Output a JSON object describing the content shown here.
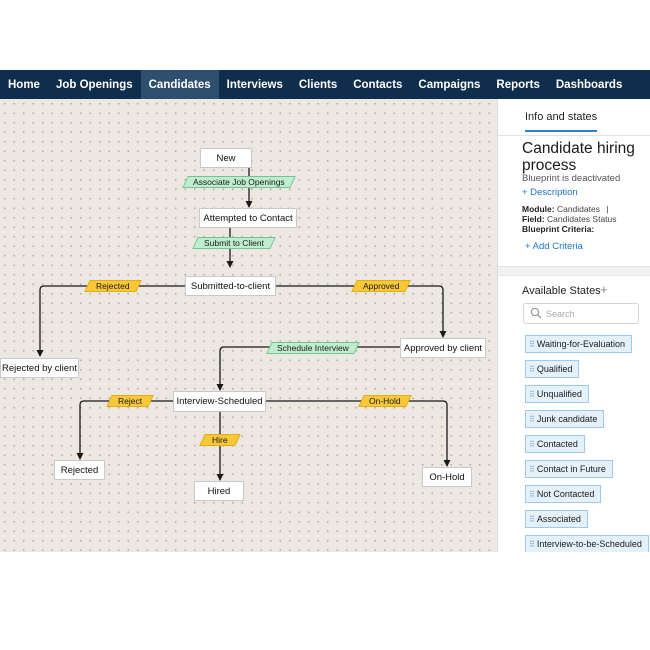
{
  "nav": {
    "items": [
      {
        "label": "Home",
        "active": false
      },
      {
        "label": "Job Openings",
        "active": false
      },
      {
        "label": "Candidates",
        "active": true
      },
      {
        "label": "Interviews",
        "active": false
      },
      {
        "label": "Clients",
        "active": false
      },
      {
        "label": "Contacts",
        "active": false
      },
      {
        "label": "Campaigns",
        "active": false
      },
      {
        "label": "Reports",
        "active": false
      },
      {
        "label": "Dashboards",
        "active": false
      }
    ]
  },
  "canvas": {
    "nodes": {
      "new": "New",
      "attempted": "Attempted to Contact",
      "submitted": "Submitted-to-client",
      "rejected_by_client": "Rejected by client",
      "approved_by_client": "Approved by client",
      "interview_scheduled": "Interview-Scheduled",
      "rejected": "Rejected",
      "hired": "Hired",
      "on_hold": "On-Hold"
    },
    "transitions": {
      "associate": "Associate Job Openings",
      "submit": "Submit to Client",
      "rejected": "Rejected",
      "approved": "Approved",
      "schedule_interview": "Schedule Interview",
      "reject": "Reject",
      "hire": "Hire",
      "on_hold": "On-Hold"
    }
  },
  "panel": {
    "tab": "Info and states",
    "title": "Candidate hiring process",
    "status": "Blueprint is deactivated",
    "description_link": "+ Description",
    "module_label": "Module:",
    "module_value": "Candidates",
    "module_sep": "|",
    "field_label": "Field:",
    "field_value": "Candidates Status",
    "criteria_label": "Blueprint Criteria:",
    "add_criteria": "+ Add Criteria",
    "states_heading": "Available States",
    "states_add": "+",
    "search_placeholder": "Search",
    "states": [
      "Waiting-for-Evaluation",
      "Qualified",
      "Unqualified",
      "Junk candidate",
      "Contacted",
      "Contact in Future",
      "Not Contacted",
      "Associated",
      "Interview-to-be-Scheduled"
    ]
  },
  "colors": {
    "nav_bg": "#0f2d4c",
    "nav_active": "#2f4f6e",
    "canvas_bg": "#ede7e1",
    "transition_green": "#bfeece",
    "transition_yellow": "#f8c83a",
    "link": "#1f74c9",
    "chip_bg": "#e4f1fb"
  }
}
